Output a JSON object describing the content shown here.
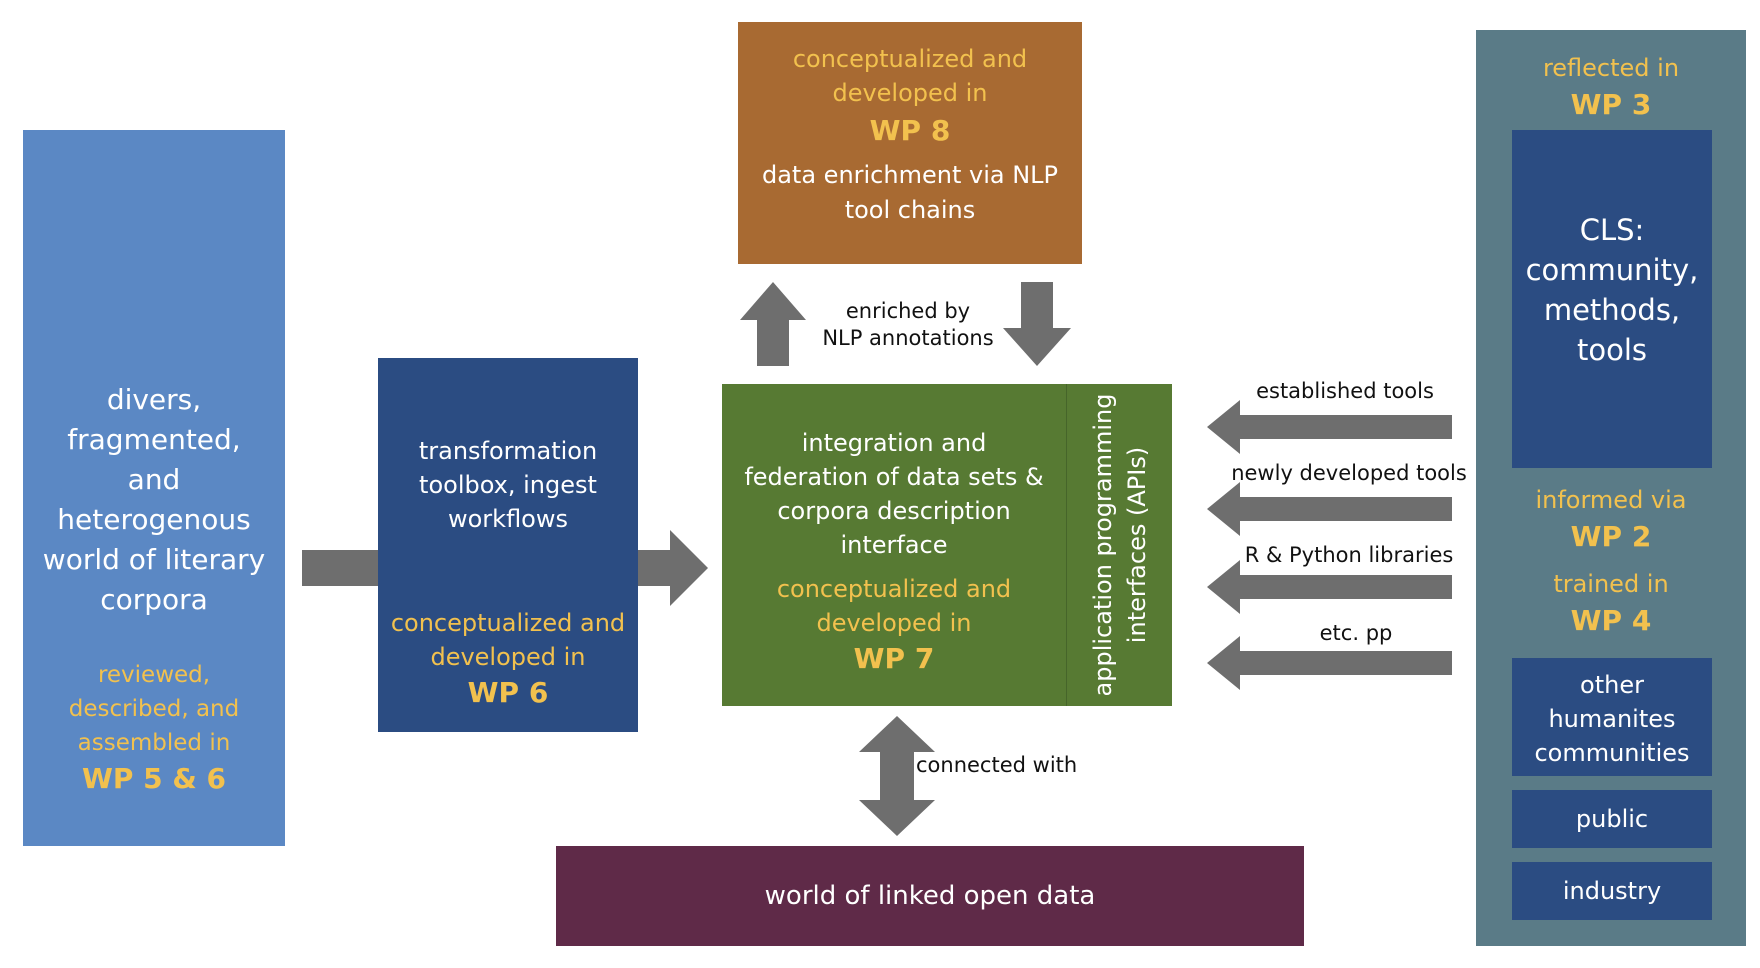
{
  "colors": {
    "left_box": "#5b88c4",
    "dark_blue": "#2b4c82",
    "orange": "#a86a32",
    "green": "#577a33",
    "purple": "#5f2a48",
    "slate": "#5a7b87",
    "arrow": "#6e6e6e",
    "yellow_text": "#f2c14e"
  },
  "left_box": {
    "description": [
      "divers,",
      "fragmented,",
      "and",
      "heterogenous",
      "world of literary",
      "corpora"
    ],
    "note": [
      "reviewed,",
      "described, and",
      "assembled in"
    ],
    "wp": "WP 5 & 6"
  },
  "transform_box": {
    "description": [
      "transformation",
      "toolbox, ingest",
      "workflows"
    ],
    "note": [
      "conceptualized and",
      "developed in"
    ],
    "wp": "WP 6"
  },
  "nlp_box": {
    "note": [
      "conceptualized and",
      "developed in"
    ],
    "wp": "WP 8",
    "description": [
      "data enrichment via NLP",
      "tool chains"
    ]
  },
  "enriched_label": [
    "enriched by",
    "NLP annotations"
  ],
  "integration_box": {
    "description": [
      "integration and",
      "federation of data sets &",
      "corpora description",
      "interface"
    ],
    "note": [
      "conceptualized and",
      "developed in"
    ],
    "wp": "WP 7",
    "api_label": [
      "application programming",
      "interfaces (APIs)"
    ]
  },
  "connected_label": "connected with",
  "lod_box": {
    "label": "world of linked open data"
  },
  "tool_arrows": [
    "established tools",
    "newly developed tools",
    "R & Python libraries",
    "etc. pp"
  ],
  "right_panel": {
    "reflected": "reflected in",
    "wp3": "WP 3",
    "cls": [
      "CLS:",
      "community,",
      "methods,",
      "tools"
    ],
    "informed": "informed via",
    "wp2": "WP 2",
    "trained": "trained in",
    "wp4": "WP 4",
    "other": [
      "other",
      "humanites",
      "communities"
    ],
    "public": "public",
    "industry": "industry"
  }
}
